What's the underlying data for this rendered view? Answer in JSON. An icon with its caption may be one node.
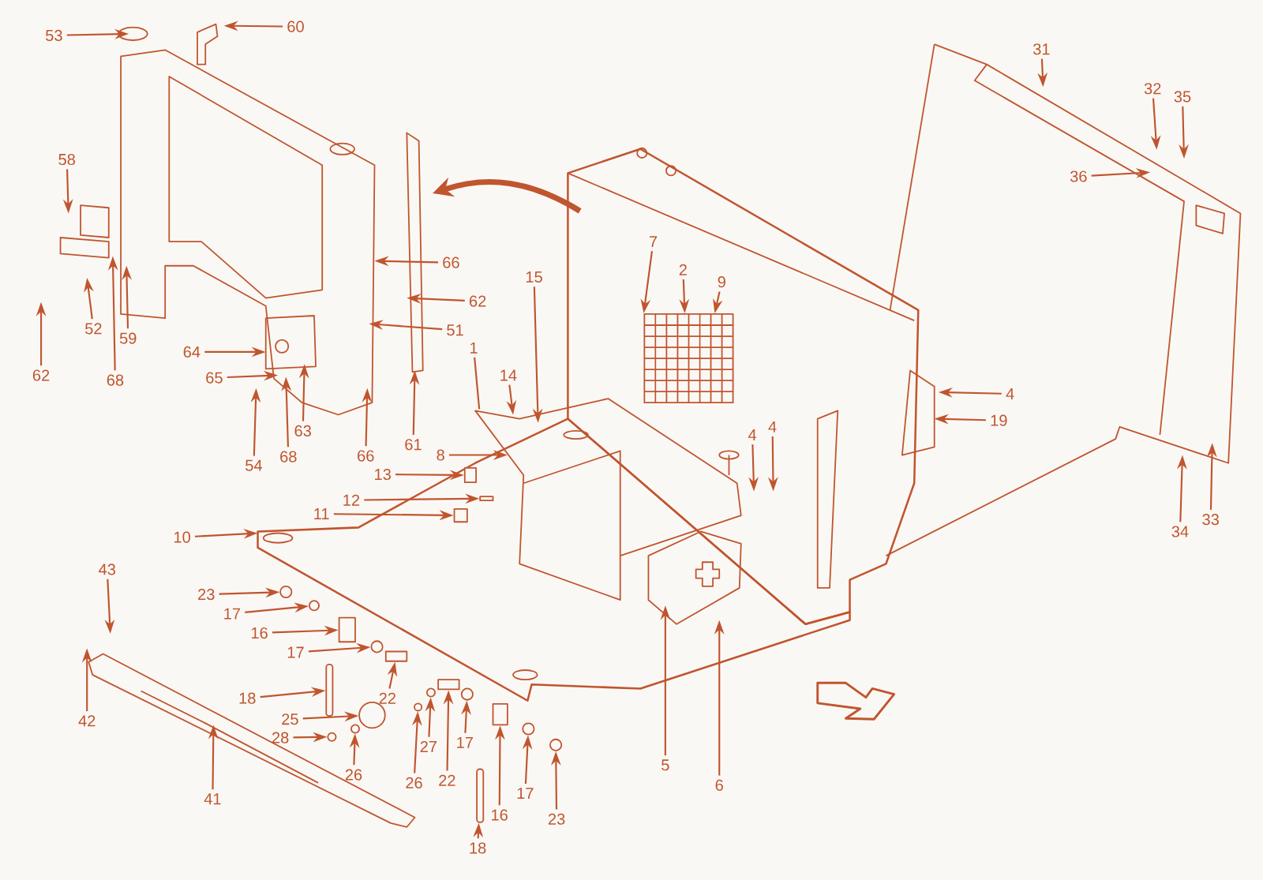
{
  "diagram": {
    "nodes": [
      {
        "text": [
          "53"
        ]
      },
      {
        "text": [
          "60"
        ]
      },
      {
        "text": [
          "58"
        ]
      },
      {
        "text": [
          "52"
        ]
      },
      {
        "text": [
          "59"
        ]
      },
      {
        "text": [
          "68"
        ]
      },
      {
        "text": [
          "62"
        ]
      },
      {
        "text": [
          "64"
        ]
      },
      {
        "text": [
          "65"
        ]
      },
      {
        "text": [
          "63"
        ]
      },
      {
        "text": [
          "68"
        ]
      },
      {
        "text": [
          "54"
        ]
      },
      {
        "text": [
          "66"
        ]
      },
      {
        "text": [
          "66"
        ]
      },
      {
        "text": [
          "62"
        ]
      },
      {
        "text": [
          "51"
        ]
      },
      {
        "text": [
          "61"
        ]
      },
      {
        "text": [
          "15"
        ]
      },
      {
        "text": [
          "14"
        ]
      },
      {
        "text": [
          "1"
        ]
      },
      {
        "text": [
          "8"
        ]
      },
      {
        "text": [
          "13"
        ]
      },
      {
        "text": [
          "12"
        ]
      },
      {
        "text": [
          "11"
        ]
      },
      {
        "text": [
          "10"
        ]
      },
      {
        "text": [
          "7"
        ]
      },
      {
        "text": [
          "2"
        ]
      },
      {
        "text": [
          "9"
        ]
      },
      {
        "text": [
          "4"
        ]
      },
      {
        "text": [
          "4"
        ]
      },
      {
        "text": [
          "4"
        ]
      },
      {
        "text": [
          "19"
        ]
      },
      {
        "text": [
          "31"
        ]
      },
      {
        "text": [
          "32"
        ]
      },
      {
        "text": [
          "35"
        ]
      },
      {
        "text": [
          "36"
        ]
      },
      {
        "text": [
          "34"
        ]
      },
      {
        "text": [
          "33"
        ]
      },
      {
        "text": [
          "5"
        ]
      },
      {
        "text": [
          "6"
        ]
      },
      {
        "text": [
          "23"
        ]
      },
      {
        "text": [
          "17"
        ]
      },
      {
        "text": [
          "16"
        ]
      },
      {
        "text": [
          "17"
        ]
      },
      {
        "text": [
          "22"
        ]
      },
      {
        "text": [
          "18"
        ]
      },
      {
        "text": [
          "25"
        ]
      },
      {
        "text": [
          "43"
        ]
      },
      {
        "text": [
          "42"
        ]
      },
      {
        "text": [
          "41"
        ]
      },
      {
        "text": [
          "28"
        ]
      },
      {
        "text": [
          "26"
        ]
      },
      {
        "text": [
          "26"
        ]
      },
      {
        "text": [
          "27"
        ]
      },
      {
        "text": [
          "22"
        ]
      },
      {
        "text": [
          "17"
        ]
      },
      {
        "text": [
          "16"
        ]
      },
      {
        "text": [
          "17"
        ]
      },
      {
        "text": [
          "23"
        ]
      },
      {
        "text": [
          "18"
        ]
      },
      {
        "text": [],
        "shape": "circle"
      },
      {
        "text": [],
        "shape": "box"
      },
      {
        "text": [],
        "shape": "cylinder"
      },
      {
        "text": [],
        "shape": "box"
      },
      {
        "text": [],
        "shape": "cylinder"
      },
      {
        "text": [],
        "shape": "circle"
      },
      {
        "text": [],
        "shape": "circle"
      },
      {
        "text": [],
        "shape": "box"
      },
      {
        "text": [],
        "shape": "box"
      },
      {
        "text": [],
        "shape": "box"
      },
      {
        "text": [],
        "shape": "circle"
      },
      {
        "text": [],
        "shape": "circle"
      },
      {
        "text": [],
        "shape": "box"
      },
      {
        "text": [],
        "shape": "circle"
      },
      {
        "text": [],
        "shape": "circle"
      },
      {
        "text": [],
        "shape": "circle"
      },
      {
        "text": [],
        "shape": "box"
      },
      {
        "text": [],
        "shape": "box"
      },
      {
        "text": [],
        "shape": "circle"
      },
      {
        "text": [],
        "shape": "circle"
      },
      {
        "text": [],
        "shape": "circle"
      }
    ],
    "edges": [
      {
        "from": 0,
        "to": null,
        "arrow": "to"
      },
      {
        "from": 1,
        "to": null,
        "arrow": "to"
      },
      {
        "from": 2,
        "to": null,
        "arrow": "to"
      },
      {
        "from": 3,
        "to": null,
        "arrow": "to"
      },
      {
        "from": 4,
        "to": null,
        "arrow": "to"
      },
      {
        "from": 5,
        "to": null,
        "arrow": "to"
      },
      {
        "from": 6,
        "to": null,
        "arrow": "to"
      },
      {
        "from": 7,
        "to": null,
        "arrow": "to"
      },
      {
        "from": 8,
        "to": null,
        "arrow": "to"
      },
      {
        "from": 9,
        "to": null,
        "arrow": "to"
      },
      {
        "from": 10,
        "to": null,
        "arrow": "to"
      },
      {
        "from": 11,
        "to": null,
        "arrow": "to"
      },
      {
        "from": 12,
        "to": null,
        "arrow": "to"
      },
      {
        "from": 13,
        "to": null,
        "arrow": "to"
      },
      {
        "from": 14,
        "to": null,
        "arrow": "to"
      },
      {
        "from": 15,
        "to": null,
        "arrow": "to"
      },
      {
        "from": 16,
        "to": null,
        "arrow": "to"
      },
      {
        "from": 17,
        "to": null,
        "arrow": "to"
      },
      {
        "from": 18,
        "to": null,
        "arrow": "to"
      },
      {
        "from": 19,
        "to": null,
        "arrow": "none"
      },
      {
        "from": 20,
        "to": null,
        "arrow": "to"
      },
      {
        "from": 21,
        "to": 63,
        "arrow": "to"
      },
      {
        "from": 22,
        "to": 67,
        "arrow": "to"
      },
      {
        "from": 23,
        "to": 68,
        "arrow": "to"
      },
      {
        "from": 24,
        "to": null,
        "arrow": "to"
      },
      {
        "from": 25,
        "to": 69,
        "arrow": "to"
      },
      {
        "from": 26,
        "to": 69,
        "arrow": "to"
      },
      {
        "from": 27,
        "to": 69,
        "arrow": "to"
      },
      {
        "from": 28,
        "to": null,
        "arrow": "to"
      },
      {
        "from": 29,
        "to": null,
        "arrow": "to"
      },
      {
        "from": 30,
        "to": null,
        "arrow": "to"
      },
      {
        "from": 31,
        "to": null,
        "arrow": "to"
      },
      {
        "from": 32,
        "to": null,
        "arrow": "to"
      },
      {
        "from": 33,
        "to": null,
        "arrow": "to"
      },
      {
        "from": 34,
        "to": null,
        "arrow": "to"
      },
      {
        "from": 35,
        "to": null,
        "arrow": "to"
      },
      {
        "from": 36,
        "to": null,
        "arrow": "to"
      },
      {
        "from": 37,
        "to": null,
        "arrow": "to"
      },
      {
        "from": 38,
        "to": null,
        "arrow": "to"
      },
      {
        "from": 39,
        "to": null,
        "arrow": "to"
      },
      {
        "from": 40,
        "to": 73,
        "arrow": "to"
      },
      {
        "from": 41,
        "to": 74,
        "arrow": "to"
      },
      {
        "from": 42,
        "to": 72,
        "arrow": "to"
      },
      {
        "from": 43,
        "to": 75,
        "arrow": "to"
      },
      {
        "from": 44,
        "to": 76,
        "arrow": "to"
      },
      {
        "from": 45,
        "to": 64,
        "arrow": "to"
      },
      {
        "from": 46,
        "to": 65,
        "arrow": "to"
      },
      {
        "from": 47,
        "to": null,
        "arrow": "to"
      },
      {
        "from": 48,
        "to": null,
        "arrow": "to"
      },
      {
        "from": 49,
        "to": null,
        "arrow": "to"
      },
      {
        "from": 50,
        "to": 66,
        "arrow": "to"
      },
      {
        "from": 51,
        "to": 70,
        "arrow": "to"
      },
      {
        "from": 52,
        "to": 60,
        "arrow": "to"
      },
      {
        "from": 53,
        "to": 71,
        "arrow": "to"
      },
      {
        "from": 54,
        "to": 77,
        "arrow": "to"
      },
      {
        "from": 55,
        "to": 78,
        "arrow": "to"
      },
      {
        "from": 56,
        "to": 61,
        "arrow": "to"
      },
      {
        "from": 57,
        "to": 79,
        "arrow": "to"
      },
      {
        "from": 58,
        "to": 80,
        "arrow": "to"
      },
      {
        "from": 59,
        "to": 62,
        "arrow": "to"
      }
    ]
  }
}
